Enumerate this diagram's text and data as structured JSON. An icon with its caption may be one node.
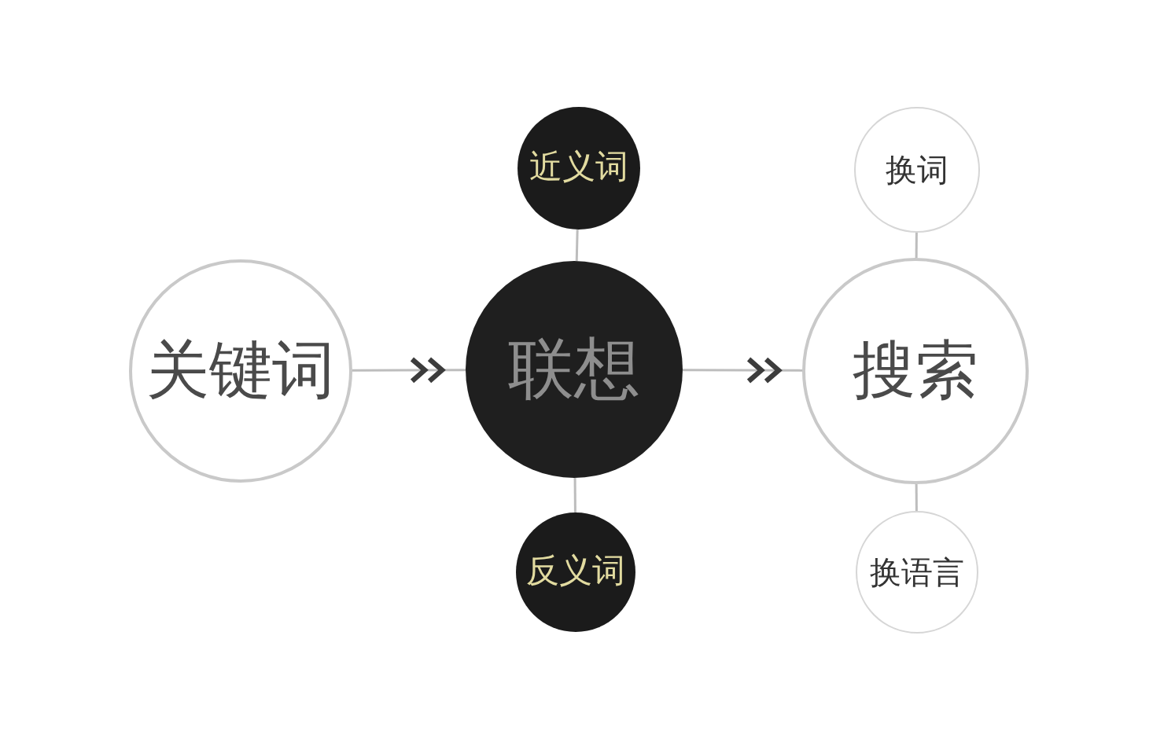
{
  "diagram": {
    "nodes": [
      {
        "text": [
          "近义词"
        ]
      },
      {
        "text": [
          "换词"
        ]
      },
      {
        "text": [
          "关键词"
        ]
      },
      {
        "text": [
          "联想"
        ]
      },
      {
        "text": [
          "搜索"
        ]
      },
      {
        "text": [
          "反义词"
        ]
      },
      {
        "text": [
          "换语言"
        ]
      }
    ],
    "edges": [
      {
        "from": 0,
        "to": 3,
        "arrow": "none"
      },
      {
        "from": 3,
        "to": 5,
        "arrow": "none"
      },
      {
        "from": 1,
        "to": 4,
        "arrow": "none"
      },
      {
        "from": 4,
        "to": 6,
        "arrow": "none"
      },
      {
        "from": 2,
        "to": 3,
        "arrow": "to"
      },
      {
        "from": 3,
        "to": 4,
        "arrow": "to"
      }
    ]
  }
}
